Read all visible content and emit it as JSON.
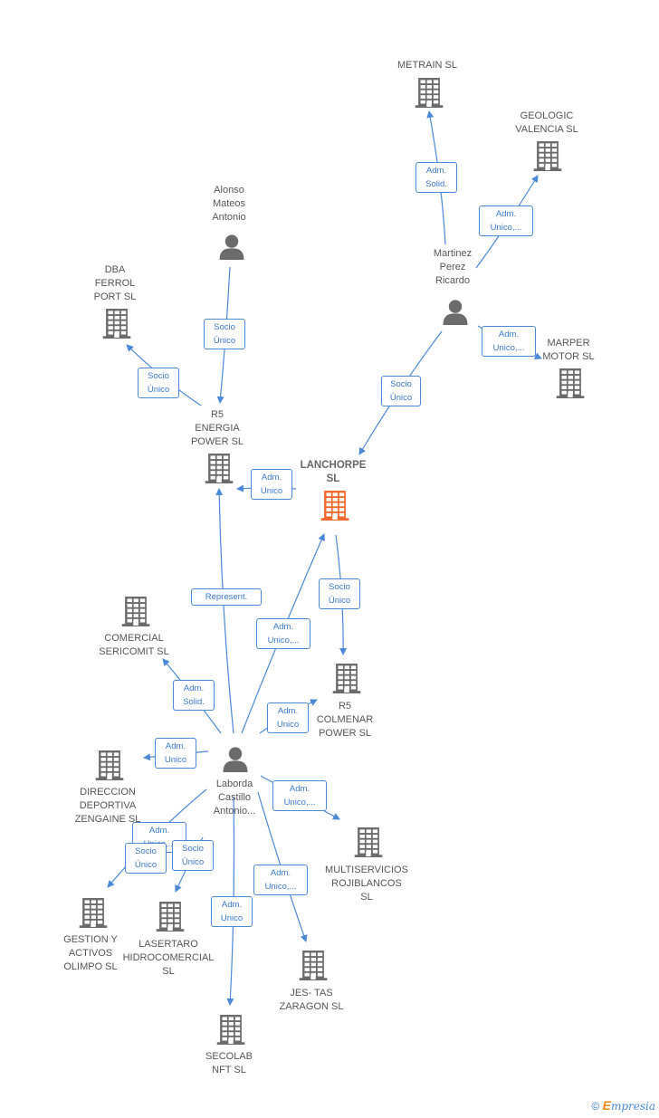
{
  "nodes": [
    {
      "id": "metrain",
      "type": "company",
      "label": "METRAIN SL"
    },
    {
      "id": "geologic",
      "type": "company",
      "label": "GEOLOGIC\nVALENCIA SL"
    },
    {
      "id": "alonso",
      "type": "person",
      "label": "Alonso\nMateos\nAntonio"
    },
    {
      "id": "martinez",
      "type": "person",
      "label": "Martinez\nPerez\nRicardo"
    },
    {
      "id": "dba",
      "type": "company",
      "label": "DBA\nFERROL\nPORT  SL"
    },
    {
      "id": "marper",
      "type": "company",
      "label": "MARPER\nMOTOR  SL"
    },
    {
      "id": "r5energia",
      "type": "company",
      "label": "R5\nENERGIA\nPOWER  SL"
    },
    {
      "id": "lanchorpe",
      "type": "main",
      "label": "LANCHORPE\nSL"
    },
    {
      "id": "comercial",
      "type": "company",
      "label": "COMERCIAL\nSERICOMIT  SL"
    },
    {
      "id": "r5colmenar",
      "type": "company",
      "label": "R5\nCOLMENAR\nPOWER  SL"
    },
    {
      "id": "laborda",
      "type": "person",
      "label": "Laborda\nCastillo\nAntonio..."
    },
    {
      "id": "direccion",
      "type": "company",
      "label": "DIRECCION\nDEPORTIVA\nZENGAINE  SL"
    },
    {
      "id": "multiservicios",
      "type": "company",
      "label": "MULTISERVICIOS\nROJIBLANCOS\nSL"
    },
    {
      "id": "gestion",
      "type": "company",
      "label": "GESTION Y\nACTIVOS\nOLIMPO  SL"
    },
    {
      "id": "lasertaro",
      "type": "company",
      "label": "LASERTARO\nHIDROCOMERCIAL\nSL"
    },
    {
      "id": "jestas",
      "type": "company",
      "label": "JES- TAS\nZARAGON  SL"
    },
    {
      "id": "secolab",
      "type": "company",
      "label": "SECOLAB\nNFT  SL"
    }
  ],
  "edges": [
    {
      "from": "martinez",
      "to": "metrain",
      "label": "Adm.\nSolid."
    },
    {
      "from": "martinez",
      "to": "geologic",
      "label": "Adm.\nUnico,..."
    },
    {
      "from": "martinez",
      "to": "marper",
      "label": "Adm.\nUnico,..."
    },
    {
      "from": "martinez",
      "to": "lanchorpe",
      "label": "Socio\nÚnico"
    },
    {
      "from": "alonso",
      "to": "r5energia",
      "label": "Socio\nÚnico"
    },
    {
      "from": "r5energia",
      "to": "dba",
      "label": "Socio\nÚnico"
    },
    {
      "from": "lanchorpe",
      "to": "r5energia",
      "label": "Adm.\nUnico"
    },
    {
      "from": "lanchorpe",
      "to": "r5colmenar",
      "label": "Socio\nÚnico"
    },
    {
      "from": "laborda",
      "to": "r5energia",
      "label": "Represent."
    },
    {
      "from": "laborda",
      "to": "lanchorpe",
      "label": "Adm.\nUnico,..."
    },
    {
      "from": "laborda",
      "to": "comercial",
      "label": "Adm.\nSolid."
    },
    {
      "from": "laborda",
      "to": "r5colmenar",
      "label": "Adm.\nUnico"
    },
    {
      "from": "laborda",
      "to": "direccion",
      "label": "Adm.\nUnico"
    },
    {
      "from": "laborda",
      "to": "multiservicios",
      "label": "Adm.\nUnico,..."
    },
    {
      "from": "laborda",
      "to": "gestion",
      "label": "Adm.\nUnico,..."
    },
    {
      "from": "laborda",
      "to": "gestion",
      "label": "Socio\nÚnico"
    },
    {
      "from": "laborda",
      "to": "lasertaro",
      "label": "Socio\nÚnico"
    },
    {
      "from": "laborda",
      "to": "jestas",
      "label": "Adm.\nUnico,..."
    },
    {
      "from": "laborda",
      "to": "secolab",
      "label": "Adm.\nUnico"
    }
  ],
  "colors": {
    "edge": "#4a88d8",
    "icon": "#6b6b6b",
    "main_icon": "#f06a2d"
  },
  "brand": {
    "copyright": "©",
    "initial": "E",
    "rest": "mpresia"
  }
}
